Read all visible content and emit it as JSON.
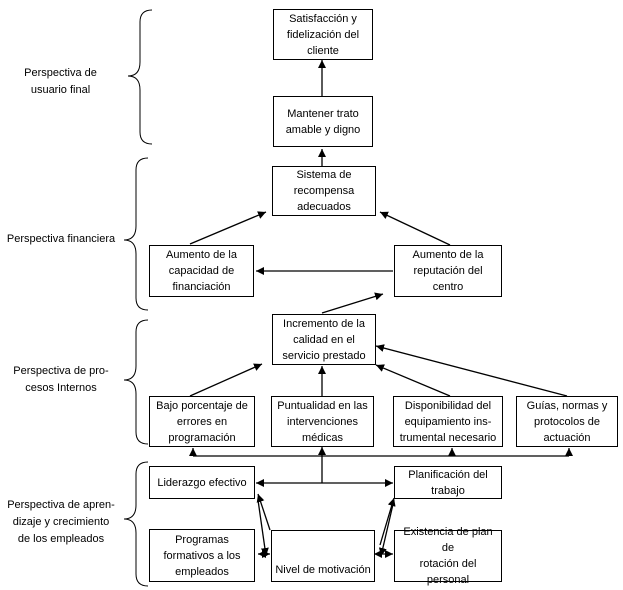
{
  "perspectives": {
    "usuario": "Perspectiva de\nusuario final",
    "financiera": "Perspectiva financiera",
    "procesos": "Perspectiva de pro-\ncesos Internos",
    "aprendizaje": "Perspectiva de apren-\ndizaje y crecimiento\nde los empleados"
  },
  "boxes": {
    "satisfaccion": "Satisfacción y\nfidelización del\ncliente",
    "trato": "Mantener trato\namable y digno",
    "recompensa": "Sistema de\nrecompensa\nadecuados",
    "financiacion": "Aumento de la\ncapacidad de\nfinanciación",
    "reputacion": "Aumento de la\nreputación del centro",
    "calidad": "Incremento de la\ncalidad en el\nservicio prestado",
    "errores": "Bajo porcentaje de\nerrores en\nprogramación",
    "puntualidad": "Puntualidad en las\nintervenciones\nmédicas",
    "disponibilidad": "Disponibilidad del\nequipamiento ins-\ntrumental necesario",
    "guias": "Guías, normas y\nprotocolos de\nactuación",
    "liderazgo": "Liderazgo efectivo",
    "planificacion": "Planificación del\ntrabajo",
    "programas": "Programas\nformativos a los\nempleados",
    "motivacion": "Nivel de motivación",
    "rotacion": "Existencia de plan de\nrotación del personal"
  }
}
